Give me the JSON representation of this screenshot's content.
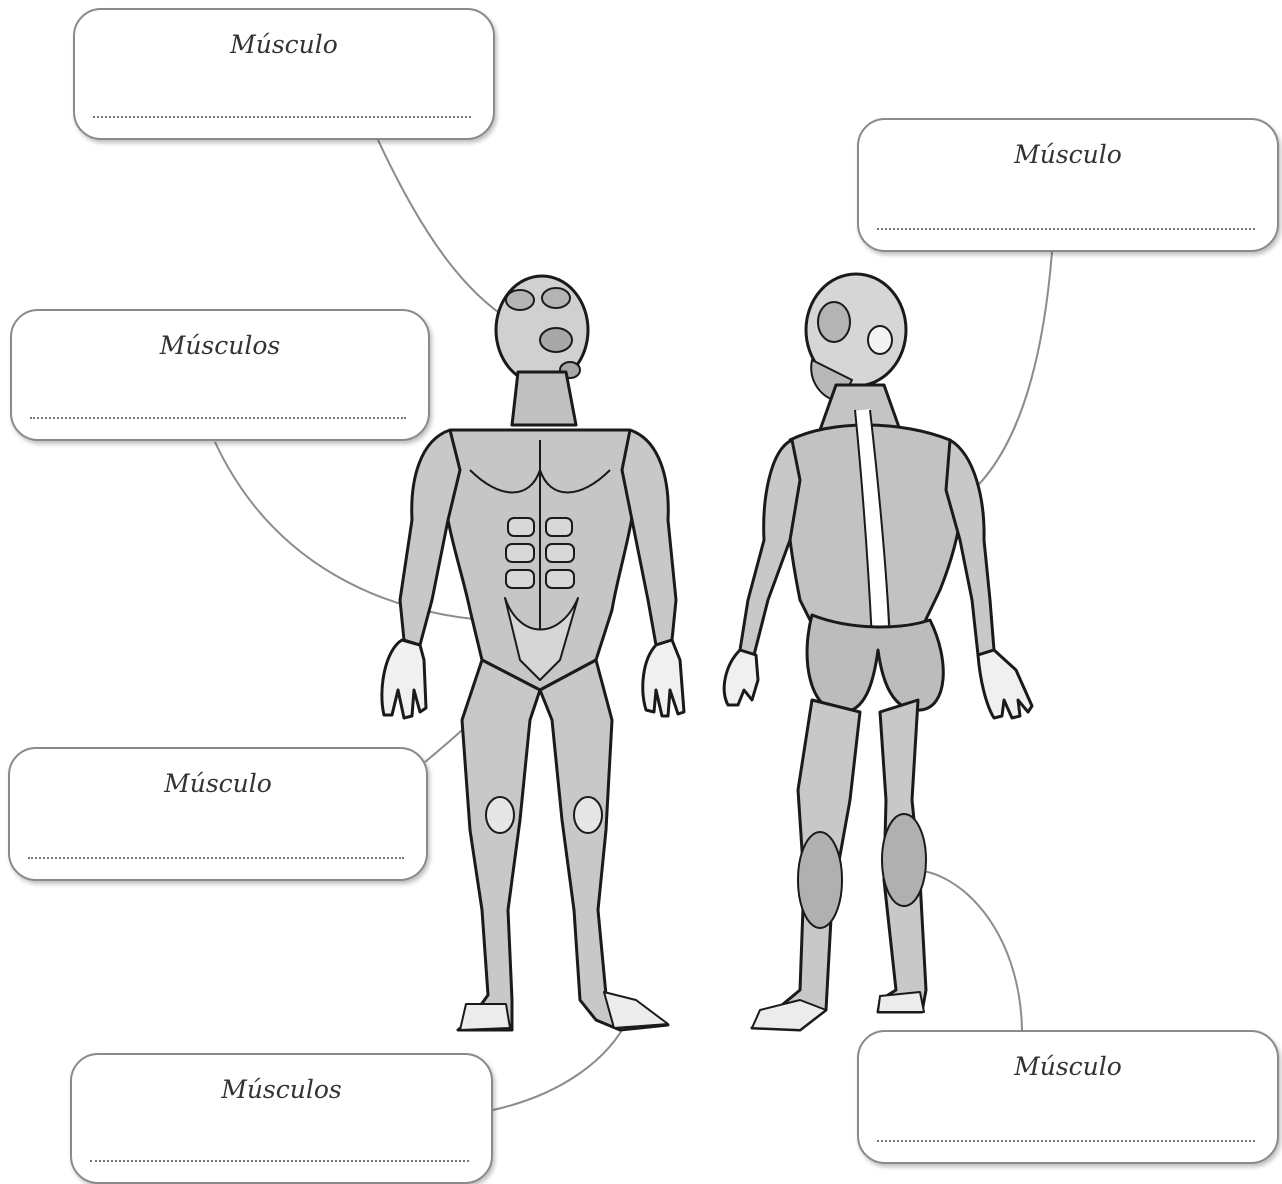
{
  "labels": {
    "head": "Músculo",
    "upper_back": "Músculo",
    "abdomen": "Músculos",
    "thigh": "Músculo",
    "foot": "Músculos",
    "calf": "Músculo"
  }
}
